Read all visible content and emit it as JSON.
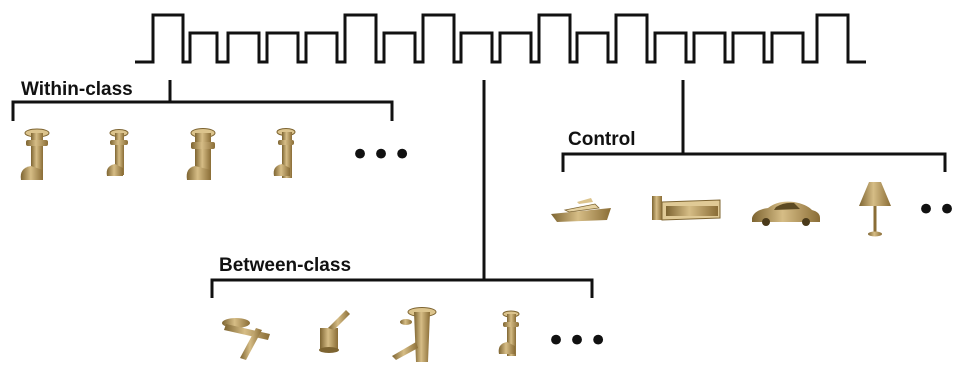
{
  "labels": {
    "within_class": "Within-class",
    "control": "Control",
    "between_class": "Between-class"
  },
  "ellipsis": "•••",
  "groups": {
    "within_class": {
      "objects": [
        "novel-object-icon",
        "novel-object-icon",
        "novel-object-icon",
        "novel-object-icon"
      ]
    },
    "control": {
      "objects": [
        "boat-icon",
        "bed-icon",
        "car-icon",
        "lamp-icon"
      ]
    },
    "between_class": {
      "objects": [
        "novel-object-icon",
        "novel-object-icon",
        "novel-object-icon",
        "novel-object-icon"
      ]
    }
  },
  "colors": {
    "line": "#111111",
    "object": "#b8975a",
    "object_dark": "#7d6431",
    "object_light": "#dcc48d"
  }
}
